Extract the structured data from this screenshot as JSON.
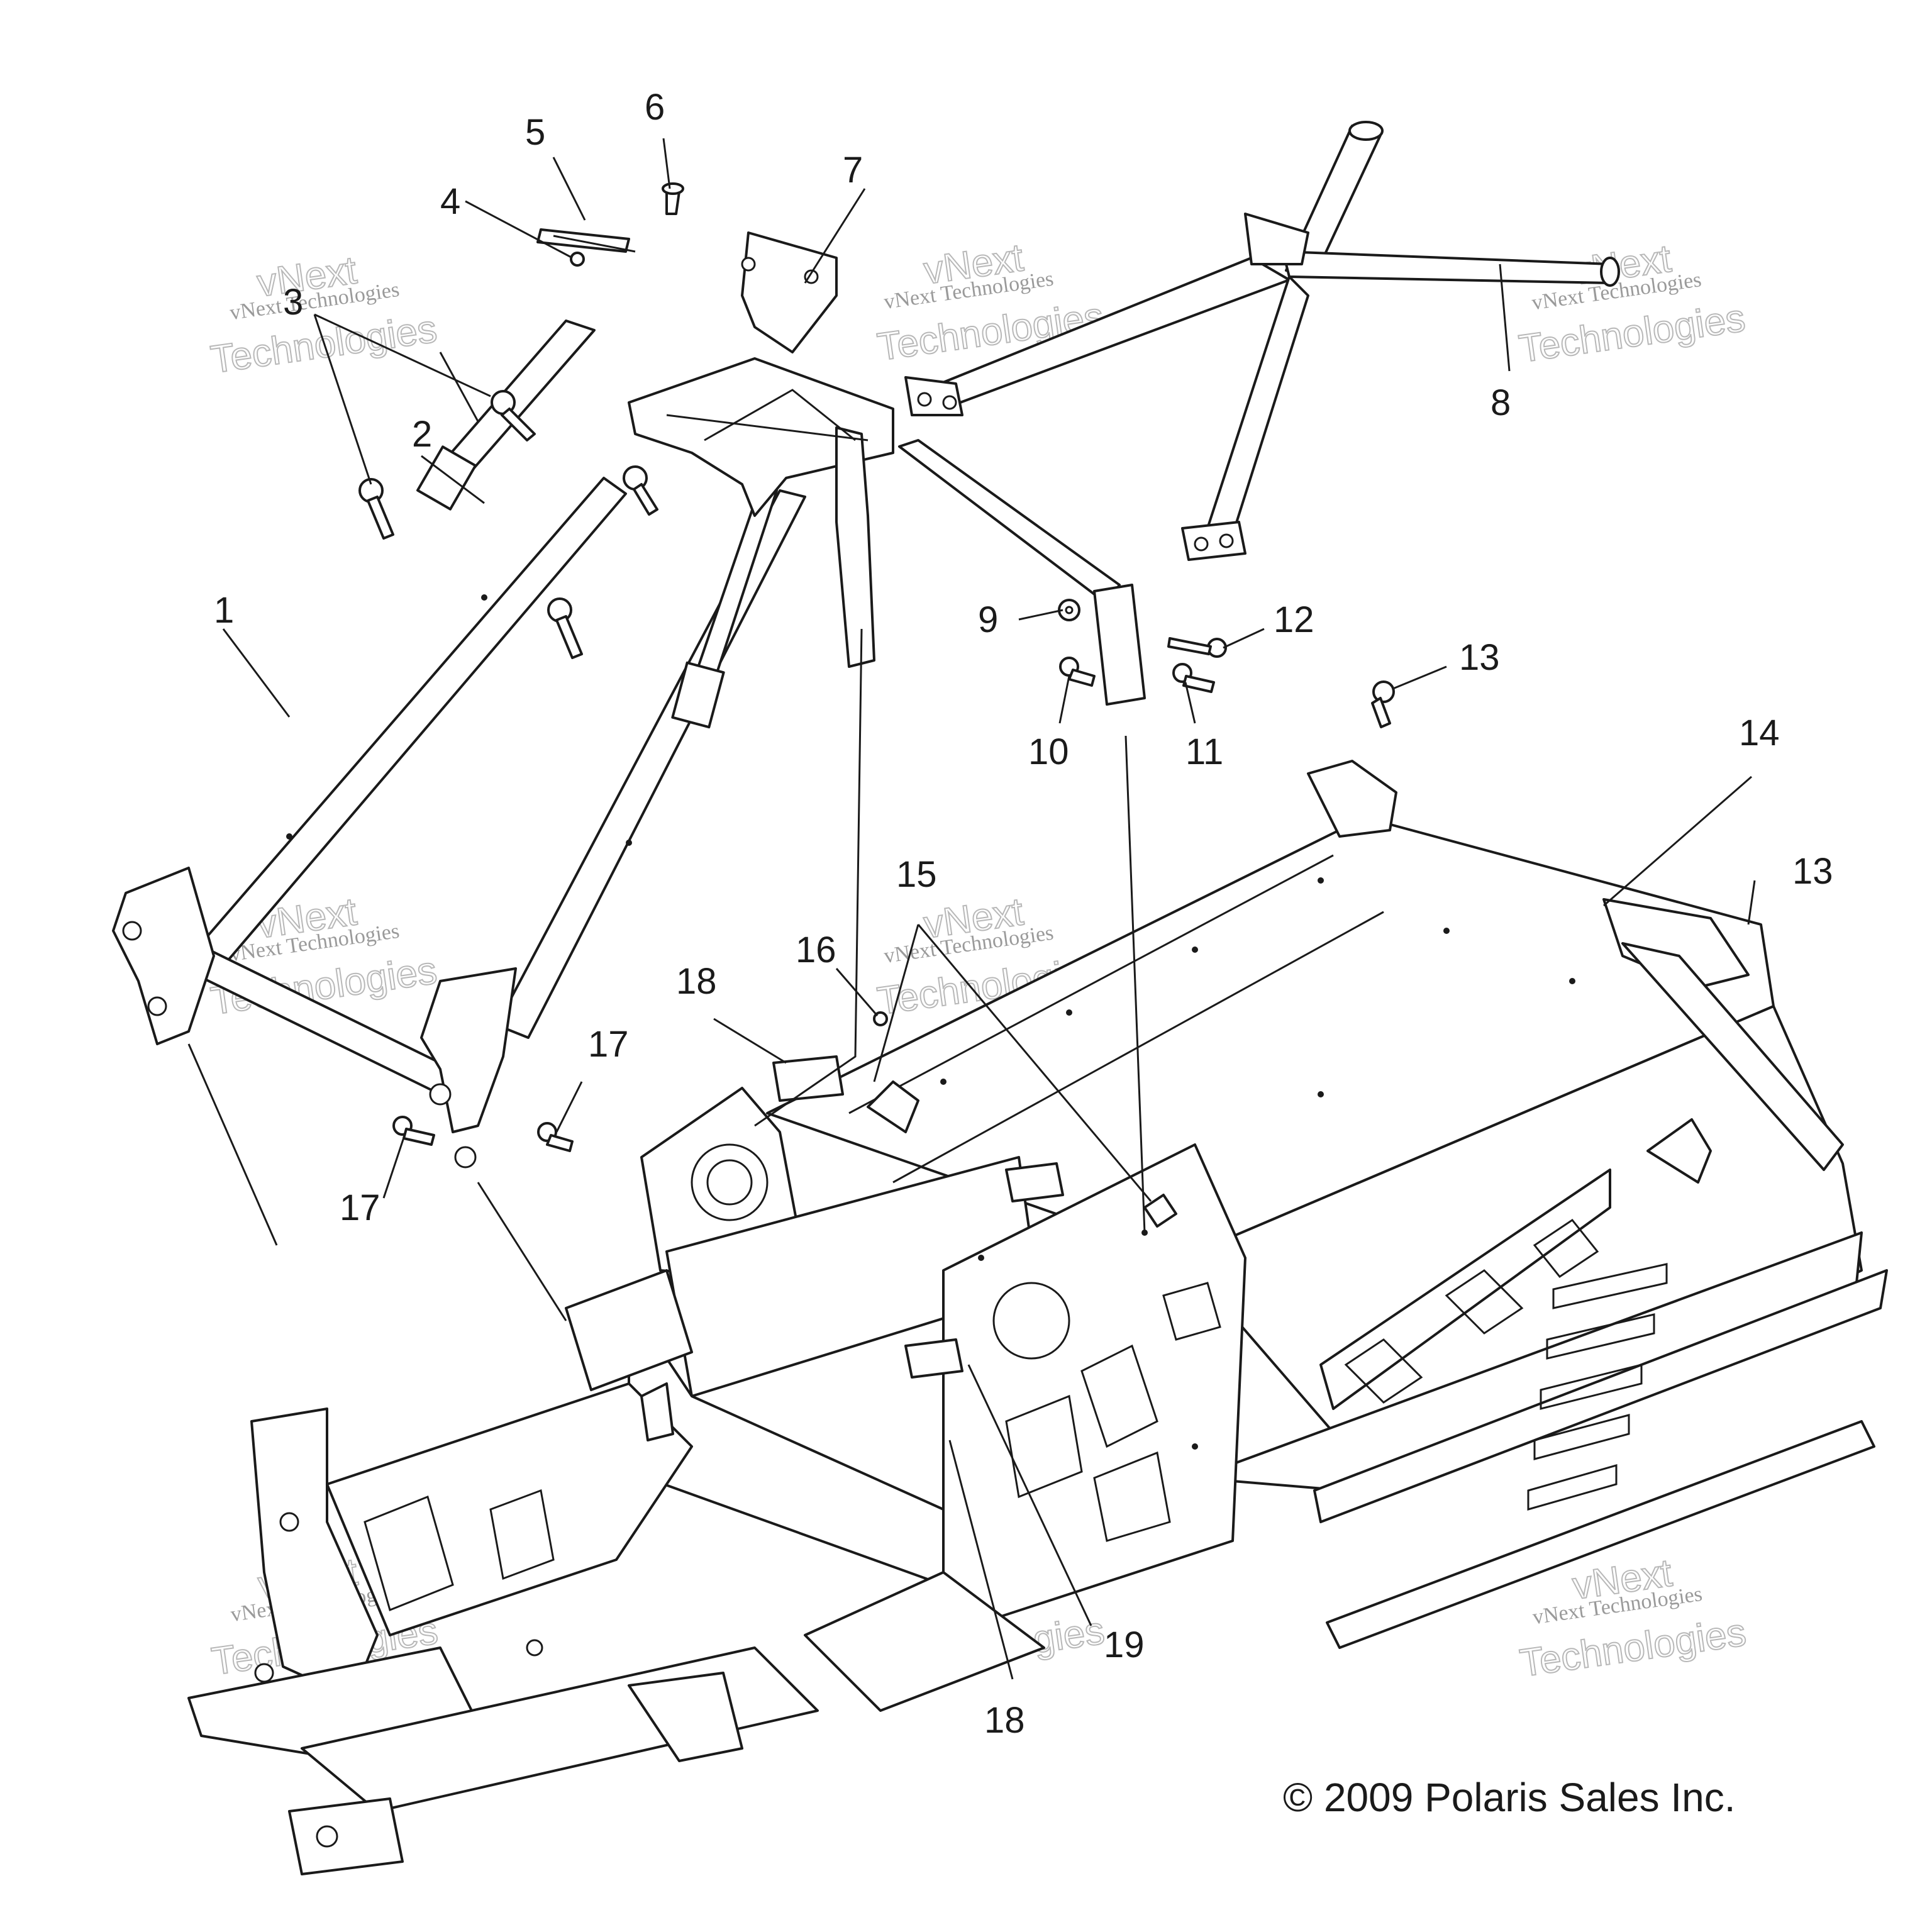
{
  "diagram": {
    "callouts": [
      {
        "label": "1"
      },
      {
        "label": "2"
      },
      {
        "label": "3"
      },
      {
        "label": "4"
      },
      {
        "label": "5"
      },
      {
        "label": "6"
      },
      {
        "label": "7"
      },
      {
        "label": "8"
      },
      {
        "label": "9"
      },
      {
        "label": "10"
      },
      {
        "label": "11"
      },
      {
        "label": "12"
      },
      {
        "label": "13"
      },
      {
        "label": "13"
      },
      {
        "label": "14"
      },
      {
        "label": "15"
      },
      {
        "label": "16"
      },
      {
        "label": "17"
      },
      {
        "label": "17"
      },
      {
        "label": "18"
      },
      {
        "label": "18"
      },
      {
        "label": "19"
      }
    ],
    "watermark": {
      "line1": "vNext Technologies",
      "line2": "Technologies",
      "line3": "vNext"
    },
    "copyright": "© 2009 Polaris Sales Inc.",
    "colors": {
      "ink": "#1a1a1a",
      "watermark": "#9a9a9a",
      "background": "#ffffff"
    }
  }
}
